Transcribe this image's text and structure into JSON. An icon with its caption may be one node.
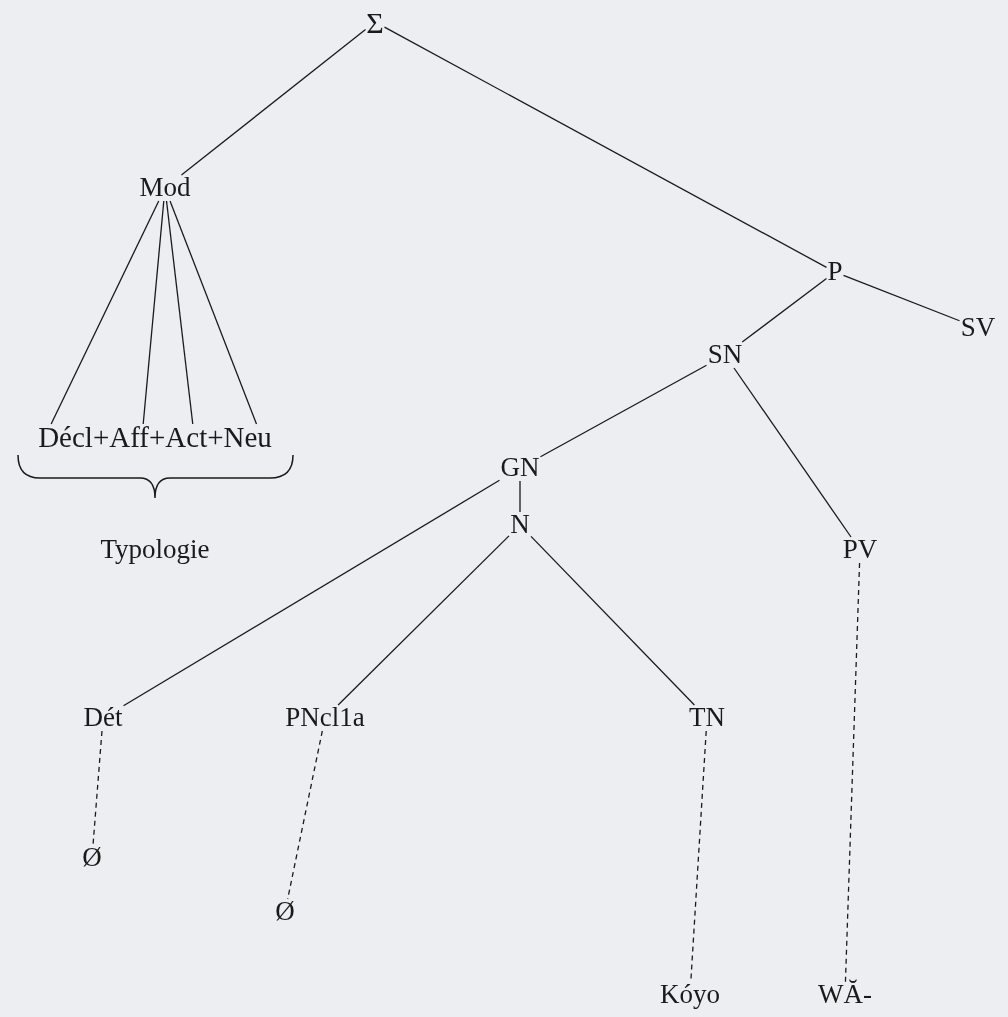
{
  "diagram": {
    "nodes": [
      {
        "text": [
          "Σ"
        ]
      },
      {
        "text": [
          "Mod"
        ]
      },
      {
        "text": [
          "P"
        ]
      },
      {
        "text": [
          "SV"
        ]
      },
      {
        "text": [
          "Décl+Aff+Act+Neu"
        ]
      },
      {
        "text": [
          "SN"
        ]
      },
      {
        "text": [
          "GN"
        ]
      },
      {
        "text": [
          "N"
        ]
      },
      {
        "text": [
          "PV"
        ]
      },
      {
        "text": [
          "Dét"
        ]
      },
      {
        "text": [
          "PNcl1a"
        ]
      },
      {
        "text": [
          "TN"
        ]
      },
      {
        "text": [
          "Ø"
        ]
      },
      {
        "text": [
          "Ø"
        ]
      },
      {
        "text": [
          "Kóyo"
        ]
      },
      {
        "text": [
          "WĂ-"
        ]
      }
    ],
    "edges": [
      {
        "from": 0,
        "to": 1,
        "arrow": "none"
      },
      {
        "from": 0,
        "to": 2,
        "arrow": "none"
      },
      {
        "from": 1,
        "to": 4,
        "arrow": "none"
      },
      {
        "from": 1,
        "to": 4,
        "arrow": "none"
      },
      {
        "from": 1,
        "to": 4,
        "arrow": "none"
      },
      {
        "from": 1,
        "to": 4,
        "arrow": "none"
      },
      {
        "from": 2,
        "to": 5,
        "arrow": "none"
      },
      {
        "from": 2,
        "to": 3,
        "arrow": "none"
      },
      {
        "from": 5,
        "to": 6,
        "arrow": "none"
      },
      {
        "from": 5,
        "to": 8,
        "arrow": "none"
      },
      {
        "from": 6,
        "to": 7,
        "arrow": "none"
      },
      {
        "from": 6,
        "to": 9,
        "arrow": "none"
      },
      {
        "from": 7,
        "to": 10,
        "arrow": "none"
      },
      {
        "from": 7,
        "to": 11,
        "arrow": "none"
      },
      {
        "from": 9,
        "to": 12,
        "arrow": "none",
        "style": "dashed"
      },
      {
        "from": 10,
        "to": 13,
        "arrow": "none",
        "style": "dashed"
      },
      {
        "from": 11,
        "to": 14,
        "arrow": "none",
        "style": "dashed"
      },
      {
        "from": 8,
        "to": 15,
        "arrow": "none",
        "style": "dashed"
      }
    ],
    "labels": [
      "Typologie"
    ]
  }
}
